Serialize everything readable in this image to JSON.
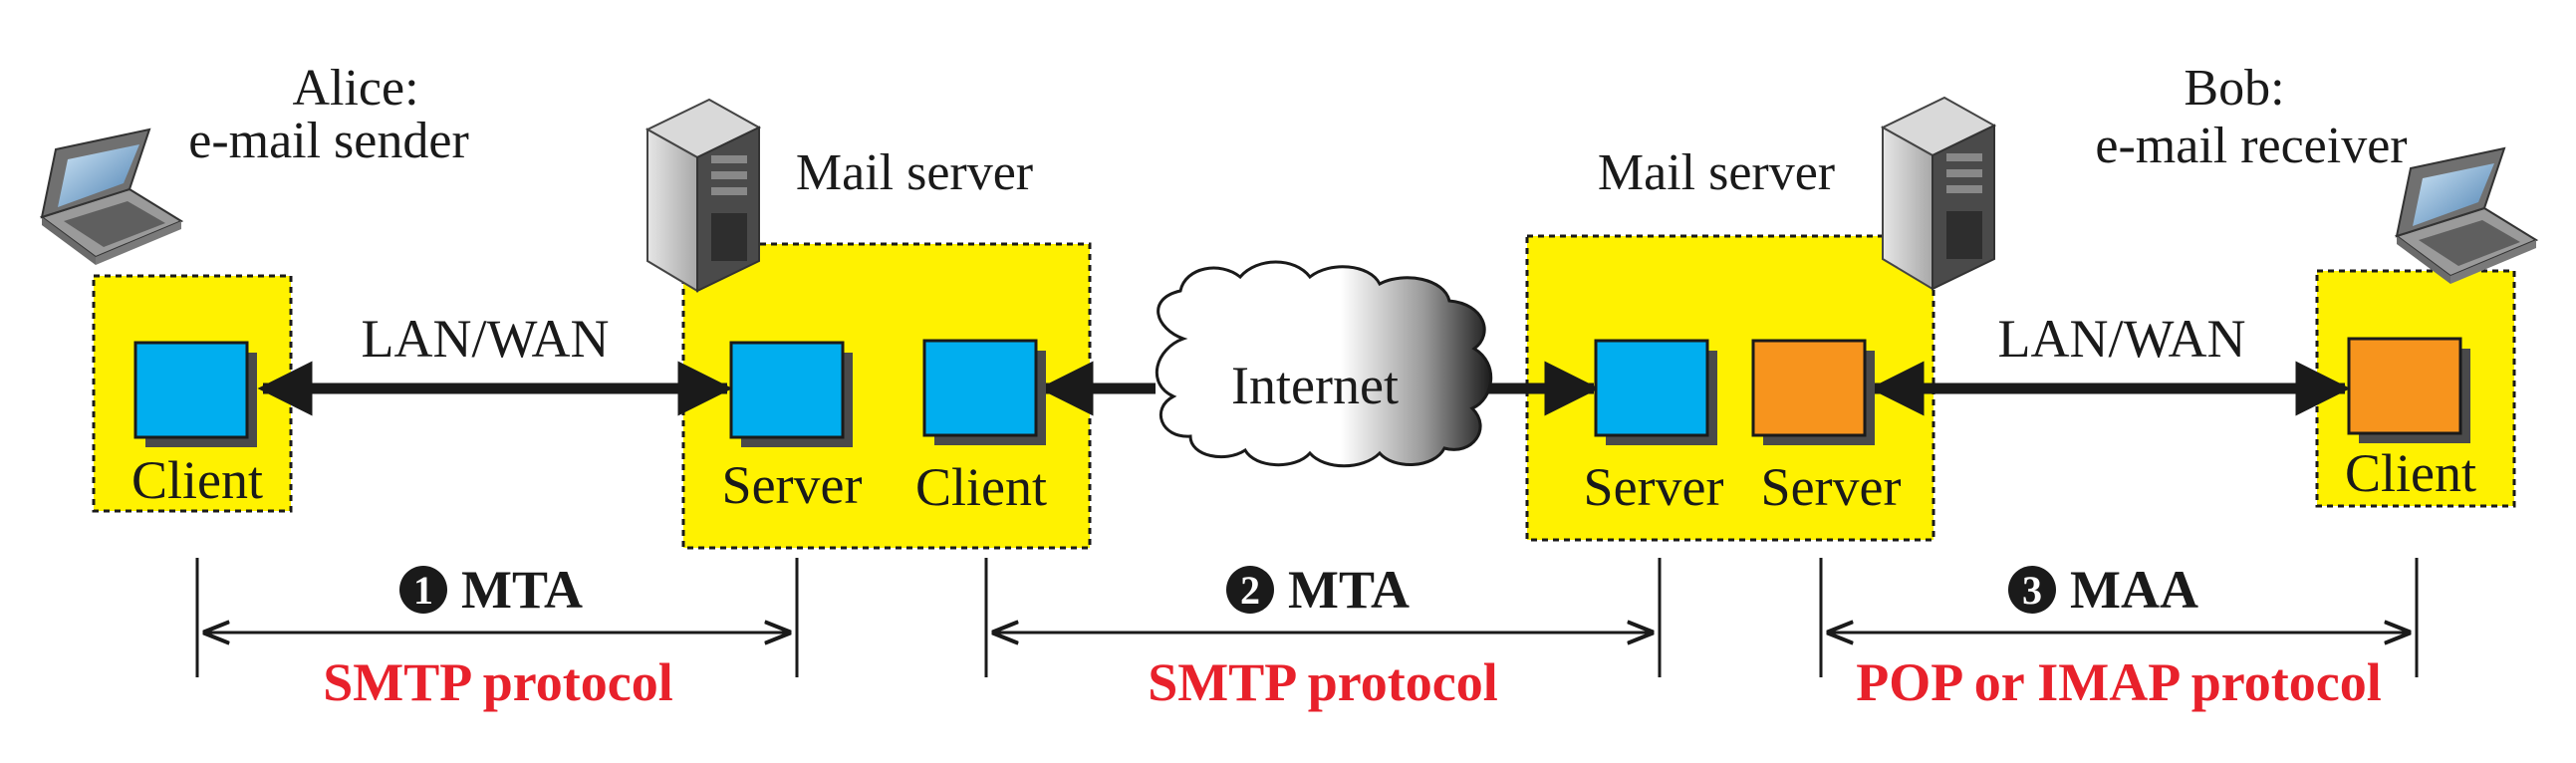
{
  "alice": {
    "name": "Alice:",
    "role": "e-mail sender"
  },
  "bob": {
    "name": "Bob:",
    "role": "e-mail receiver"
  },
  "mail_server_left": "Mail server",
  "mail_server_right": "Mail server",
  "links": {
    "left": "LAN/WAN",
    "right": "LAN/WAN",
    "internet": "Internet"
  },
  "boxes": {
    "alice_client": "Client",
    "left_server": "Server",
    "left_client": "Client",
    "right_server_1": "Server",
    "right_server_2": "Server",
    "bob_client": "Client"
  },
  "segments": [
    {
      "number": "1",
      "agent": "MTA",
      "protocol": "SMTP protocol"
    },
    {
      "number": "2",
      "agent": "MTA",
      "protocol": "SMTP protocol"
    },
    {
      "number": "3",
      "agent": "MAA",
      "protocol": "POP or IMAP protocol"
    }
  ],
  "colors": {
    "highlight_box": "#fff200",
    "client_server_blue": "#00aeef",
    "maa_orange": "#f7941d",
    "protocol_red": "#e8212b"
  },
  "icons": [
    "laptop-icon",
    "server-tower-icon",
    "cloud-icon"
  ]
}
